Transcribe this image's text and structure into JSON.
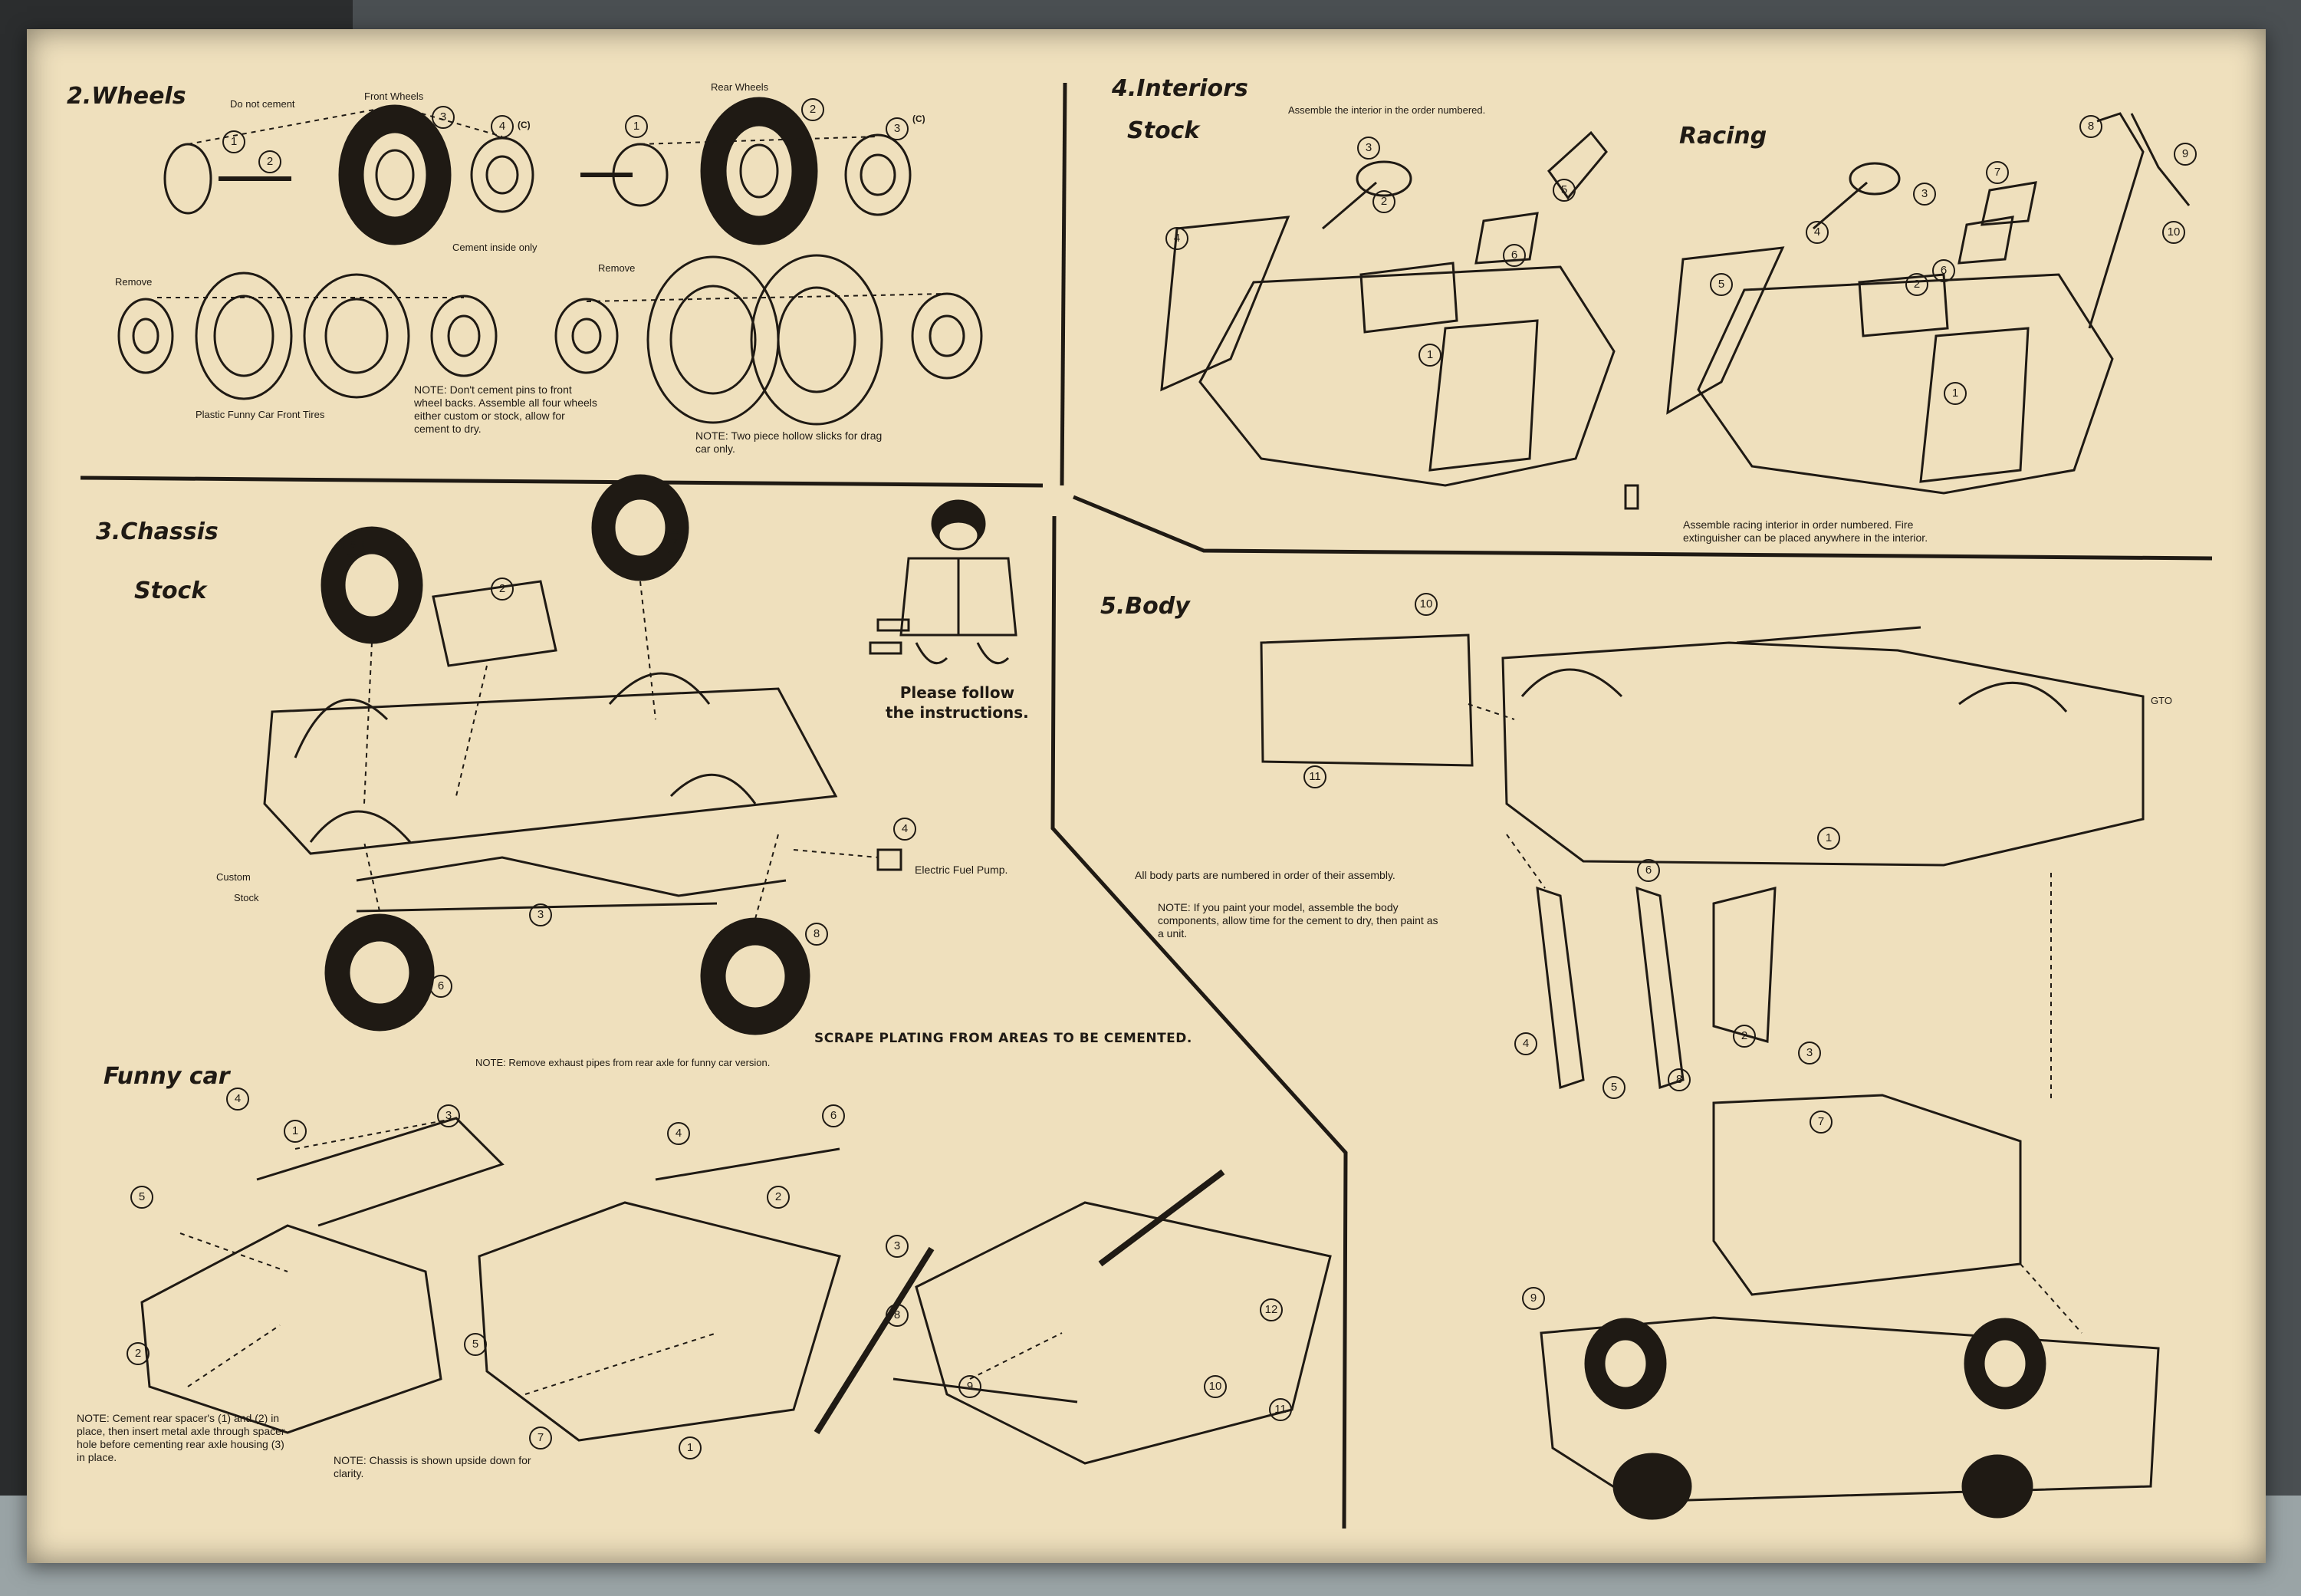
{
  "sections": {
    "wheels": {
      "title": "2.Wheels",
      "front_wheels": "Front Wheels",
      "rear_wheels": "Rear Wheels",
      "do_not_cement": "Do not cement",
      "cement_inside_only": "Cement inside only",
      "remove_1": "Remove",
      "remove_2": "Remove",
      "funny_car_tires": "Plastic Funny Car Front Tires",
      "note_pins": "NOTE: Don't cement pins to front wheel backs. Assemble all four wheels either custom or stock, allow for cement to dry.",
      "note_slicks": "NOTE: Two piece hollow slicks for drag car only."
    },
    "interiors": {
      "title": "4.Interiors",
      "stock": "Stock",
      "racing": "Racing",
      "instruction": "Assemble the interior in the order numbered.",
      "racing_note": "Assemble racing interior in order numbered. Fire extinguisher can be placed anywhere in the interior."
    },
    "chassis": {
      "title": "3.Chassis",
      "stock": "Stock",
      "custom_label": "Custom",
      "stock_label": "Stock",
      "fuel_pump": "Electric Fuel Pump.",
      "scrape_banner": "SCRAPE PLATING FROM AREAS TO BE CEMENTED.",
      "mascot_callout_1": "Please follow",
      "mascot_callout_2": "the instructions.",
      "funny_car": "Funny car",
      "note_exhaust": "NOTE: Remove exhaust pipes from rear axle for funny car version.",
      "note_spacers": "NOTE: Cement rear spacer's (1) and (2) in place, then insert metal axle through spacer hole before cementing rear axle housing (3) in place.",
      "note_upside_down": "NOTE: Chassis is shown upside down for clarity."
    },
    "body": {
      "title": "5.Body",
      "order_note": "All body parts are numbered in order of their assembly.",
      "paint_note": "NOTE: If you paint your model, assemble the body components, allow time for the cement to dry, then paint as a unit.",
      "gto_badge": "GTO"
    }
  },
  "part_marker": "(C)"
}
